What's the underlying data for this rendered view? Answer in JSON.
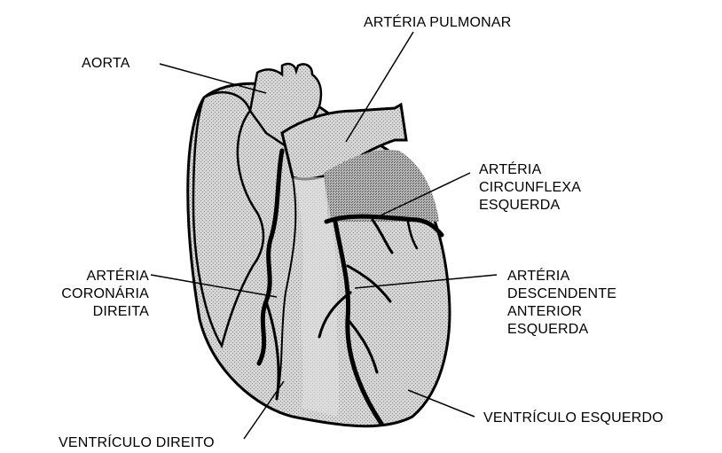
{
  "labels": {
    "aorta": "AORTA",
    "arteria_pulmonar": "ARTÉRIA PULMONAR",
    "circunflexa": [
      "ARTÉRIA",
      "CIRCUNFLEXA",
      "ESQUERDA"
    ],
    "coronaria_direita": [
      "ARTÉRIA",
      "CORONÁRIA",
      "DIREITA"
    ],
    "descendente": [
      "ARTÉRIA",
      "DESCENDENTE",
      "ANTERIOR",
      "ESQUERDA"
    ],
    "ventriculo_esquerdo": "VENTRÍCULO ESQUERDO",
    "ventriculo_direito": "VENTRÍCULO DIREITO"
  },
  "colors": {
    "outline": "#000000",
    "shading": "#c8c8c8",
    "dark_shading": "#9a9a9a",
    "background": "#ffffff"
  }
}
